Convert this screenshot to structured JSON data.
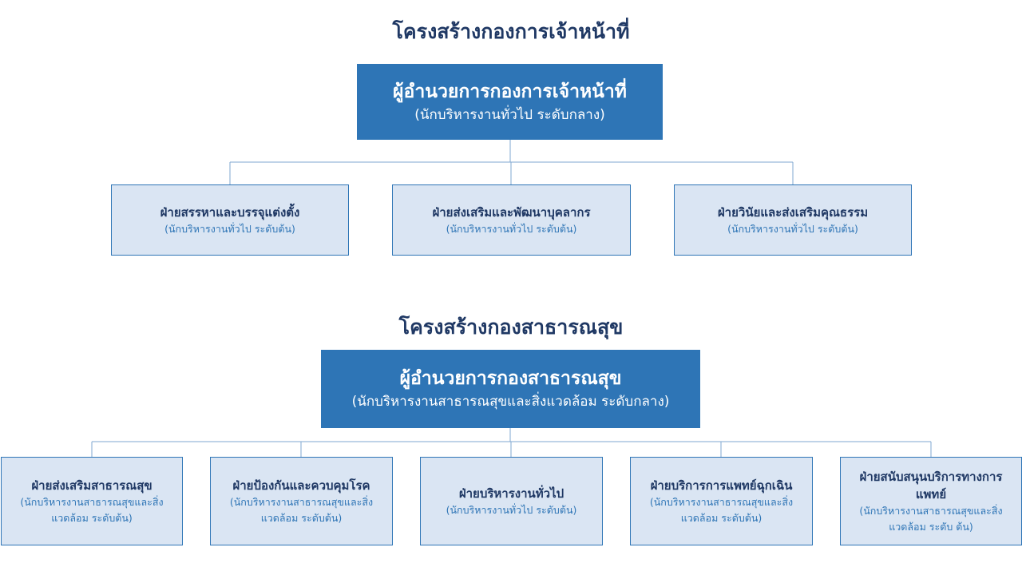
{
  "section1": {
    "title": "โครงสร้างกองการเจ้าหน้าที่",
    "head": {
      "title": "ผู้อำนวยการกองการเจ้าหน้าที่",
      "subtitle": "(นักบริหารงานทั่วไป ระดับกลาง)"
    },
    "units": [
      {
        "title": "ฝ่ายสรรหาและบรรจุแต่งตั้ง",
        "subtitle": "(นักบริหารงานทั่วไป ระดับต้น)"
      },
      {
        "title": "ฝ่ายส่งเสริมและพัฒนาบุคลากร",
        "subtitle": "(นักบริหารงานทั่วไป ระดับต้น)"
      },
      {
        "title": "ฝ่ายวินัยและส่งเสริมคุณธรรม",
        "subtitle": "(นักบริหารงานทั่วไป ระดับต้น)"
      }
    ]
  },
  "section2": {
    "title": "โครงสร้างกองสาธารณสุข",
    "head": {
      "title": "ผู้อำนวยการกองสาธารณสุข",
      "subtitle": "(นักบริหารงานสาธารณสุขและสิ่งแวดล้อม  ระดับกลาง)"
    },
    "units": [
      {
        "title": "ฝ่ายส่งเสริมสาธารณสุข",
        "subtitle": "(นักบริหารงานสาธารณสุขและสิ่งแวดล้อม ระดับต้น)"
      },
      {
        "title": "ฝ่ายป้องกันและควบคุมโรค",
        "subtitle": "(นักบริหารงานสาธารณสุขและสิ่งแวดล้อม ระดับต้น)"
      },
      {
        "title": "ฝ่ายบริหารงานทั่วไป",
        "subtitle": "(นักบริหารงานทั่วไป ระดับต้น)"
      },
      {
        "title": "ฝ่ายบริการการแพทย์ฉุกเฉิน",
        "subtitle": "(นักบริหารงานสาธารณสุขและสิ่งแวดล้อม ระดับต้น)"
      },
      {
        "title": "ฝ่ายสนับสนุนบริการทางการแพทย์",
        "subtitle": "(นักบริหารงานสาธารณสุขและสิ่งแวดล้อม ระดับ ต้น)"
      }
    ]
  }
}
